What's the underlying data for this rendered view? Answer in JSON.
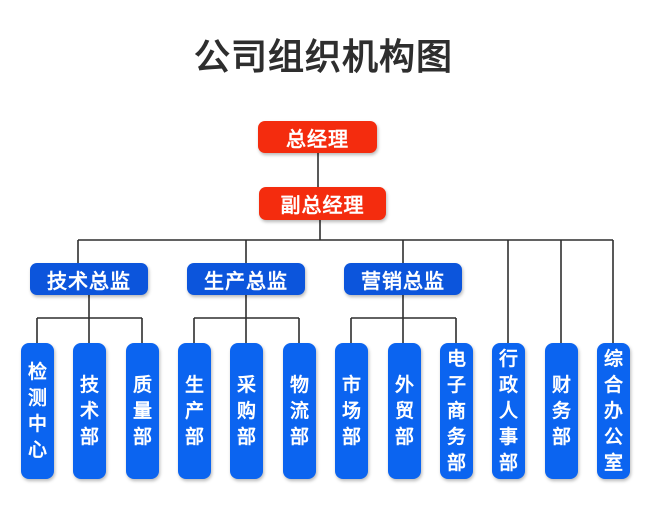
{
  "title": "公司组织机构图",
  "colors": {
    "red": "#f42c0e",
    "director_blue": "#0c55dc",
    "dept_blue": "#0b64f0",
    "line": "#2f2f2f",
    "text": "#ffffff",
    "title_color": "#2e2e2e"
  },
  "nodes": {
    "general_manager": "总经理",
    "deputy_general_manager": "副总经理",
    "directors": [
      "技术总监",
      "生产总监",
      "营销总监"
    ],
    "departments": [
      "检测中心",
      "技术部",
      "质量部",
      "生产部",
      "采购部",
      "物流部",
      "市场部",
      "外贸部",
      "电子商务部",
      "行政人事部",
      "财务部",
      "综合办公室"
    ]
  }
}
